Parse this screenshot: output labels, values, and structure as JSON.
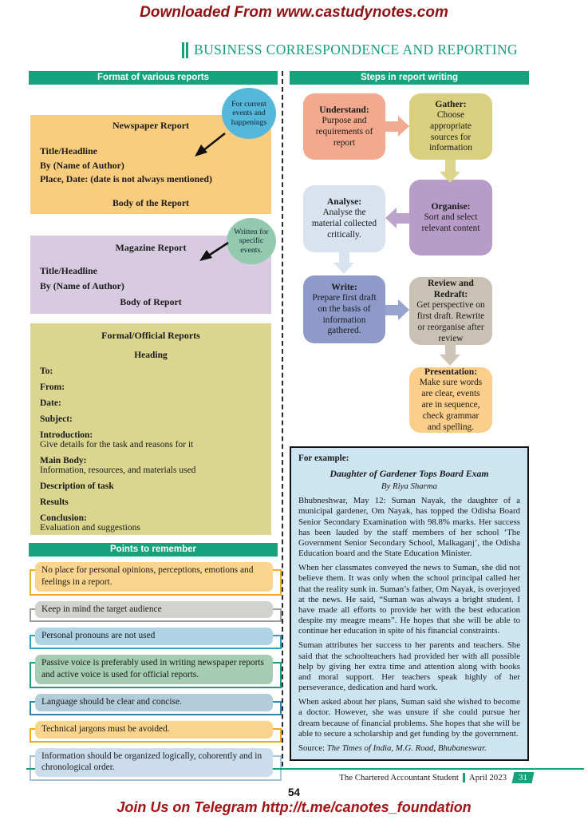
{
  "banner_top": "Downloaded From www.castudynotes.com",
  "title": "BUSINESS CORRESPONDENCE AND REPORTING",
  "colors": {
    "teal_accent": "#17a27e",
    "banner_red": "#8e1113",
    "telegram_red": "#a31215",
    "newspaper_box": "#facd7e",
    "magazine_box": "#d8cbe1",
    "formal_box": "#dbd68f",
    "callout_blue": "#55b7d9",
    "callout_green": "#92c9af",
    "example_bg": "#cde4f1"
  },
  "left": {
    "header": "Format of various reports",
    "newspaper": {
      "callout": "For current events and happenings",
      "title": "Newspaper Report",
      "line1": "Title/Headline",
      "line2": "By (Name of Author)",
      "line3": "Place, Date: (date is not always mentioned)",
      "footer": "Body of the Report"
    },
    "magazine": {
      "callout": "Written for specific events.",
      "title": "Magazine Report",
      "line1": "Title/Headline",
      "line2": "By (Name of Author)",
      "footer": "Body of Report"
    },
    "formal": {
      "title": "Formal/Official Reports",
      "heading": "Heading",
      "f1": "To:",
      "f2": "From:",
      "f3": "Date:",
      "f4": "Subject:",
      "f5_label": "Introduction:",
      "f5_desc": "Give details for the task and reasons for it",
      "f6_label": "Main Body:",
      "f6_desc": "Information, resources, and materials used",
      "f7": "Description of task",
      "f8": "Results",
      "f9_label": "Conclusion:",
      "f9_desc": "Evaluation and suggestions"
    },
    "points_header": "Points to remember",
    "points": [
      {
        "text": "No place for personal opinions, perceptions, emotions and feelings in a report.",
        "fill": "#fbd48d",
        "frame": "#e9ae2f"
      },
      {
        "text": "Keep in mind the target audience",
        "fill": "#d2d2ce",
        "frame": "#9c9c99"
      },
      {
        "text": "Personal pronouns are not used",
        "fill": "#afd3e5",
        "frame": "#2e9fc7"
      },
      {
        "text": "Passive voice is preferably used in writing newspaper reports and active voice is used for official reports.",
        "fill": "#a6cdb3",
        "frame": "#1b9e7b"
      },
      {
        "text": "Language should be clear and concise.",
        "fill": "#b2ccd9",
        "frame": "#2e86ad"
      },
      {
        "text": "Technical jargons must be avoided.",
        "fill": "#fbd48d",
        "frame": "#f0a81e"
      },
      {
        "text": "Information should be organized logically, cohorently and in chronological order.",
        "fill": "#cbdded",
        "frame": "#a3c2dc"
      }
    ]
  },
  "right": {
    "header": "Steps in report writing",
    "steps": {
      "understand": {
        "title": "Understand:",
        "desc": "Purpose and requirements of report",
        "color": "#f2a98e"
      },
      "gather": {
        "title": "Gather:",
        "desc": "Choose appropriate sources for information",
        "color": "#d9cf7f"
      },
      "analyse": {
        "title": "Analyse:",
        "desc": "Analyse the material collected critically.",
        "color": "#d9e2ef"
      },
      "organise": {
        "title": "Organise:",
        "desc": "Sort and select relevant content",
        "color": "#b79cc8"
      },
      "write": {
        "title": "Write:",
        "desc": "Prepare first draft on the basis of information gathered.",
        "color": "#8e9bca"
      },
      "review": {
        "title": "Review and Redraft:",
        "desc": "Get perspective on first draft. Rewrite or reorganise after review",
        "color": "#c9c2b4"
      },
      "presentation": {
        "title": "Presentation:",
        "desc": "Make sure words are clear, events are in sequence, check grammar and spelling.",
        "color": "#fbce8b"
      }
    },
    "example": {
      "label": "For example:",
      "headline": "Daughter of Gardener Tops Board Exam",
      "byline": "By Riya Sharma",
      "p1": "Bhubneshwar, May 12: Suman Nayak, the daughter of a municipal gardener, Om Nayak, has topped the Odisha Board Senior Secondary Examination with 98.8% marks. Her success has been lauded by the staff members of her school ‘The Government Senior Secondary School, Malkaganj’, the Odisha Education board and the State Education Minister.",
      "p2": "When her classmates conveyed the news to Suman, she did not believe them. It was only when the school principal called her that the reality sunk in. Suman’s father, Om Nayak, is overjoyed at the news. He said, “Suman was always a bright student. I have made all efforts to provide her with the best education despite my meagre means”. He hopes that she will be able to continue her education in spite of his financial constraints.",
      "p3": "Suman attributes her success to her parents and teachers. She said that the schoolteachers had provided her with all possible help by giving her extra time and attention along with books and moral support. Her teachers speak highly of her perseverance, dedication and hard work.",
      "p4": "When asked about her plans, Suman said she wished to become a doctor. However, she was unsure if she could pursue her dream because of financial problems. She hopes that she will be able to secure a scholarship and get funding by the government.",
      "source_label": "Source: ",
      "source": "The Times of India, M.G. Road, Bhubaneswar."
    }
  },
  "footer": {
    "journal": "The Chartered Accountant Student",
    "issue": "April 2023",
    "badge": "31",
    "page_number": "54",
    "telegram": "Join Us on Telegram http://t.me/canotes_foundation"
  }
}
